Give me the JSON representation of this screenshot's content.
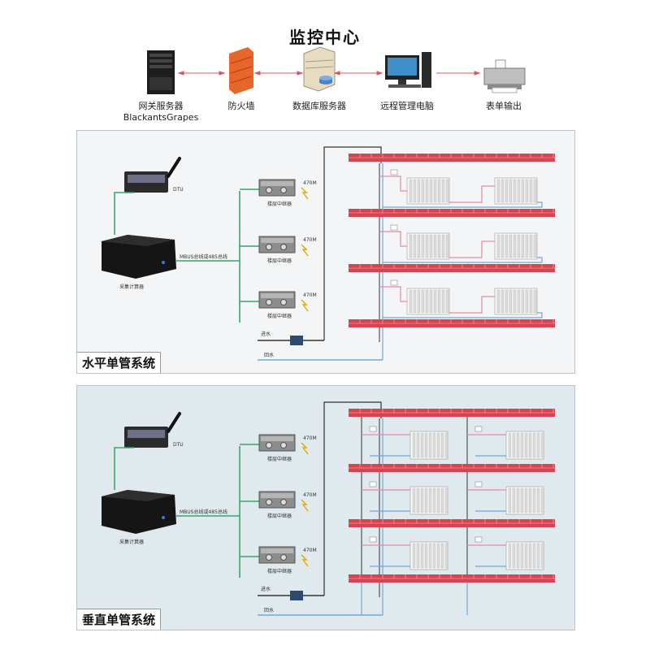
{
  "top": {
    "title": "监控中心",
    "gateway": {
      "label": "网关服务器",
      "sublabel": "BlackantsGrapes"
    },
    "firewall": {
      "label": "防火墙"
    },
    "database": {
      "label": "数据库服务器"
    },
    "remote_pc": {
      "label": "远程管理电脑"
    },
    "printer": {
      "label": "表单输出"
    }
  },
  "systems": [
    {
      "title": "水平单管系统",
      "dtu": "DTU",
      "collector": "采集计算器",
      "bus": "MBUS总线或485总线",
      "repeaters": [
        {
          "label": "楼层中继器",
          "freq": "470M"
        },
        {
          "label": "楼层中继器",
          "freq": "470M"
        },
        {
          "label": "楼层中继器",
          "freq": "470M"
        }
      ],
      "supply": "进水",
      "return": "回水"
    },
    {
      "title": "垂直单管系统",
      "dtu": "DTU",
      "collector": "采集计算器",
      "bus": "MBUS总线或485总线",
      "repeaters": [
        {
          "label": "楼层中继器",
          "freq": "470M"
        },
        {
          "label": "楼层中继器",
          "freq": "470M"
        },
        {
          "label": "楼层中继器",
          "freq": "470M"
        }
      ],
      "supply": "进水",
      "return": "回水"
    }
  ],
  "colors": {
    "brick": "#d7434e",
    "bus": "#3aa66a",
    "pipe_supply": "#e58aa5",
    "pipe_return": "#6fa8dc",
    "panel1": "#f4f5f6",
    "panel2": "#dfe9ee"
  }
}
